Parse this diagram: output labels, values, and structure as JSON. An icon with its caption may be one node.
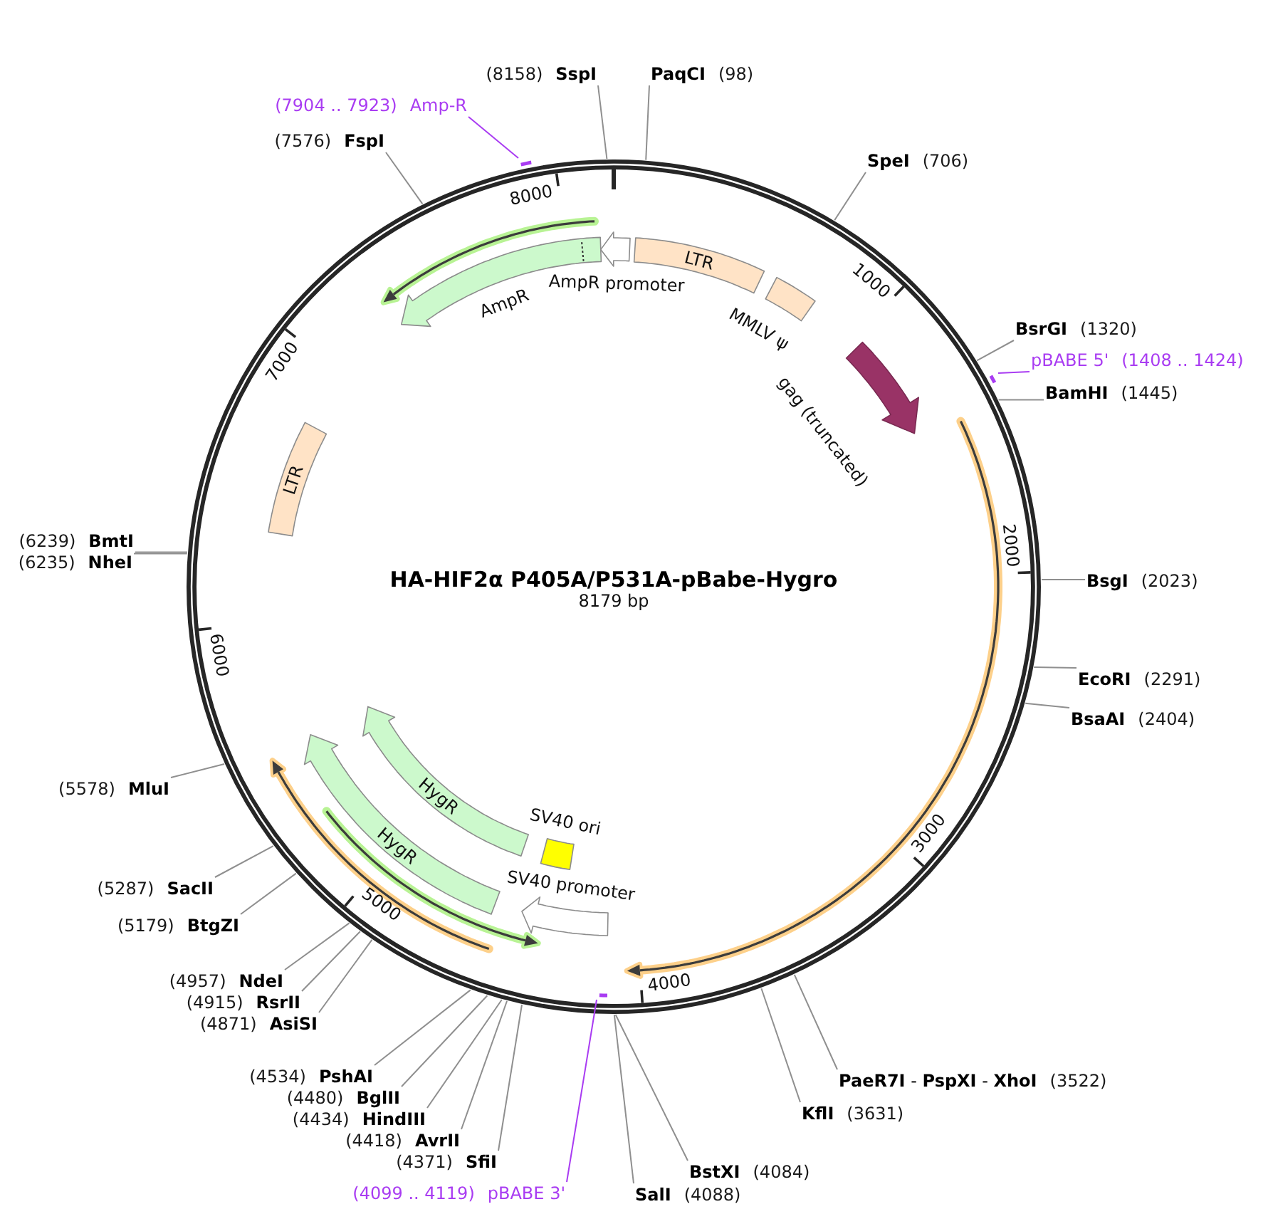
{
  "diagram": {
    "title": "HA-HIF2α P405A/P531A-pBabe-Hygro",
    "nodes": [
      {
        "text": [
          "(7904 .. 7923)",
          "Amp-R"
        ]
      },
      {
        "text": [
          "(7576)",
          "FspI"
        ]
      },
      {
        "text": [
          "(8158)",
          "SspI"
        ]
      },
      {
        "text": [
          "PaqCI",
          "(98)"
        ]
      },
      {
        "text": [
          "SpeI",
          "(706)"
        ]
      },
      {
        "text": [
          "BsrGI",
          "(1320)"
        ]
      },
      {
        "text": [
          "pBABE 5'",
          "(1408 .. 1424)"
        ]
      },
      {
        "text": [
          "BamHI",
          "(1445)"
        ]
      },
      {
        "text": [
          "BsgI",
          "(2023)"
        ]
      },
      {
        "text": [
          "EcoRI",
          "(2291)"
        ]
      },
      {
        "text": [
          "BsaAI",
          "(2404)"
        ]
      },
      {
        "text": [
          "**PaeR7I** - **PspXI** - **XhoI**",
          "(3522)"
        ]
      },
      {
        "text": [
          "KflI",
          "(3631)"
        ]
      },
      {
        "text": [
          "BstXI",
          "(4084)"
        ]
      },
      {
        "text": [
          "SalI",
          "(4088)"
        ]
      },
      {
        "text": [
          "(4099 .. 4119)",
          "pBABE 3'"
        ]
      },
      {
        "text": [
          "(4371)",
          "SfiI"
        ]
      },
      {
        "text": [
          "(4418)",
          "AvrII"
        ]
      },
      {
        "text": [
          "(4434)",
          "HindIII"
        ]
      },
      {
        "text": [
          "(4480)",
          "BglII"
        ]
      },
      {
        "text": [
          "(4534)",
          "PshAI"
        ]
      },
      {
        "text": [
          "(4871)",
          "AsiSI"
        ]
      },
      {
        "text": [
          "(4915)",
          "RsrII"
        ]
      },
      {
        "text": [
          "(4957)",
          "NdeI"
        ]
      },
      {
        "text": [
          "(5179)",
          "BtgZI"
        ]
      },
      {
        "text": [
          "(5287)",
          "SacII"
        ]
      },
      {
        "text": [
          "(5578)",
          "MluI"
        ]
      },
      {
        "text": [
          "(6235)",
          "NheI"
        ]
      },
      {
        "text": [
          "(6239)",
          "BmtI"
        ]
      },
      {
        "text": [],
        "shape": "bar"
      },
      {
        "text": [],
        "shape": "bar"
      },
      {
        "text": [],
        "shape": "bar"
      },
      {
        "text": [],
        "shape": "arrow",
        "beside": [
          "AmpR promoter"
        ]
      },
      {
        "text": [
          "LTR"
        ]
      },
      {
        "text": [],
        "shape": "box",
        "beside": [
          "MMLV ψ"
        ]
      },
      {
        "text": [],
        "shape": "arrow",
        "beside": [
          "gag (truncated)"
        ]
      },
      {
        "text": [],
        "shape": "arrow",
        "beside": [
          "AmpR"
        ]
      },
      {
        "text": [
          "LTR"
        ]
      },
      {
        "text": [
          "HygR"
        ]
      },
      {
        "text": [],
        "shape": "box",
        "beside": [
          "SV40 ori"
        ]
      },
      {
        "text": [
          "HygR"
        ]
      },
      {
        "text": [],
        "shape": "arrow",
        "beside": [
          "SV40 promoter"
        ]
      }
    ],
    "edges": [
      {
        "from": 0,
        "to": 29,
        "arrow": "none",
        "color": "#a93cf2"
      },
      {
        "from": 1,
        "to": null,
        "arrow": "none"
      },
      {
        "from": 2,
        "to": null,
        "arrow": "none"
      },
      {
        "from": 3,
        "to": null,
        "arrow": "none"
      },
      {
        "from": 4,
        "to": null,
        "arrow": "none"
      },
      {
        "from": 5,
        "to": null,
        "arrow": "none"
      },
      {
        "from": 6,
        "to": 30,
        "arrow": "none",
        "color": "#a93cf2"
      },
      {
        "from": 7,
        "to": null,
        "arrow": "none"
      },
      {
        "from": 8,
        "to": null,
        "arrow": "none"
      },
      {
        "from": 9,
        "to": null,
        "arrow": "none"
      },
      {
        "from": 10,
        "to": null,
        "arrow": "none"
      },
      {
        "from": 11,
        "to": null,
        "arrow": "none"
      },
      {
        "from": 12,
        "to": null,
        "arrow": "none"
      },
      {
        "from": 13,
        "to": null,
        "arrow": "none"
      },
      {
        "from": 14,
        "to": null,
        "arrow": "none"
      },
      {
        "from": 15,
        "to": 31,
        "arrow": "none",
        "color": "#a93cf2"
      },
      {
        "from": 16,
        "to": null,
        "arrow": "none"
      },
      {
        "from": 17,
        "to": null,
        "arrow": "none"
      },
      {
        "from": 18,
        "to": null,
        "arrow": "none"
      },
      {
        "from": 19,
        "to": null,
        "arrow": "none"
      },
      {
        "from": 20,
        "to": null,
        "arrow": "none"
      },
      {
        "from": 21,
        "to": null,
        "arrow": "none"
      },
      {
        "from": 22,
        "to": null,
        "arrow": "none"
      },
      {
        "from": 23,
        "to": null,
        "arrow": "none"
      },
      {
        "from": 24,
        "to": null,
        "arrow": "none"
      },
      {
        "from": 25,
        "to": null,
        "arrow": "none"
      },
      {
        "from": 26,
        "to": null,
        "arrow": "none"
      },
      {
        "from": 27,
        "to": null,
        "arrow": "none"
      },
      {
        "from": 28,
        "to": null,
        "arrow": "none"
      }
    ],
    "labels": [
      "8000",
      "1000",
      "7000",
      "2000",
      "8179 bp",
      "6000",
      "3000",
      "5000",
      "4000"
    ]
  }
}
